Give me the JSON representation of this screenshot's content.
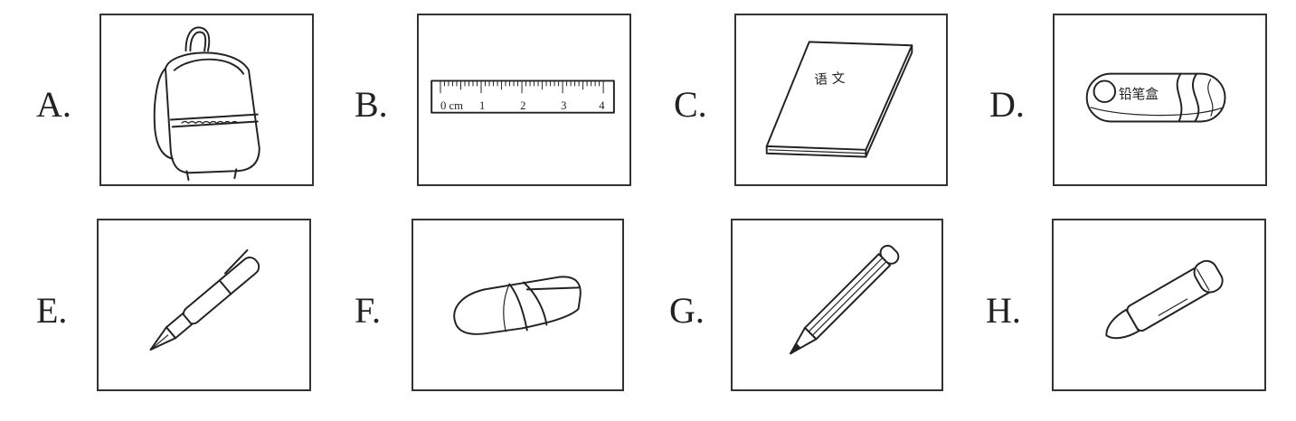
{
  "options": [
    {
      "letter": "A.",
      "icon": "backpack-icon"
    },
    {
      "letter": "B.",
      "icon": "ruler-icon"
    },
    {
      "letter": "C.",
      "icon": "book-icon"
    },
    {
      "letter": "D.",
      "icon": "pencil-case-icon"
    },
    {
      "letter": "E.",
      "icon": "fountain-pen-icon"
    },
    {
      "letter": "F.",
      "icon": "eraser-icon"
    },
    {
      "letter": "G.",
      "icon": "pencil-icon"
    },
    {
      "letter": "H.",
      "icon": "pencil-sharpener-icon"
    }
  ],
  "ruler": {
    "unit": "0 cm",
    "ticks": [
      "1",
      "2",
      "3",
      "4"
    ]
  },
  "book": {
    "title": "语 文"
  },
  "pencil_case": {
    "label": "铅笔盒"
  }
}
